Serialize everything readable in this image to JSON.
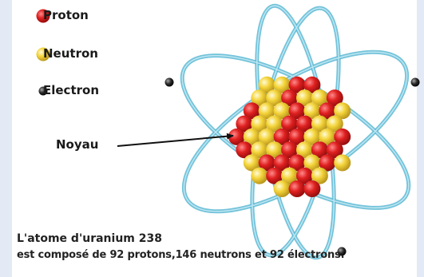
{
  "legend": [
    {
      "key": "proton",
      "label": "Proton",
      "color": "#d71b1b",
      "icon": "red-sphere-icon"
    },
    {
      "key": "neutron",
      "label": "Neutron",
      "color": "#f3d23a",
      "icon": "yellow-sphere-icon"
    },
    {
      "key": "electron",
      "label": "Electron",
      "color": "#1a1a1a",
      "icon": "black-sphere-icon"
    }
  ],
  "nucleus_label": "Noyau",
  "caption": {
    "line1": "L'atome d'uranium 238",
    "line2": "est composé de 92 protons,146 neutrons et 92 électrons."
  },
  "colors": {
    "orbit": "#5ab8d3",
    "proton": "#d71b1b",
    "neutron": "#f3d23a",
    "electron": "#1a1a1a",
    "frame": "#e4e9f6"
  }
}
